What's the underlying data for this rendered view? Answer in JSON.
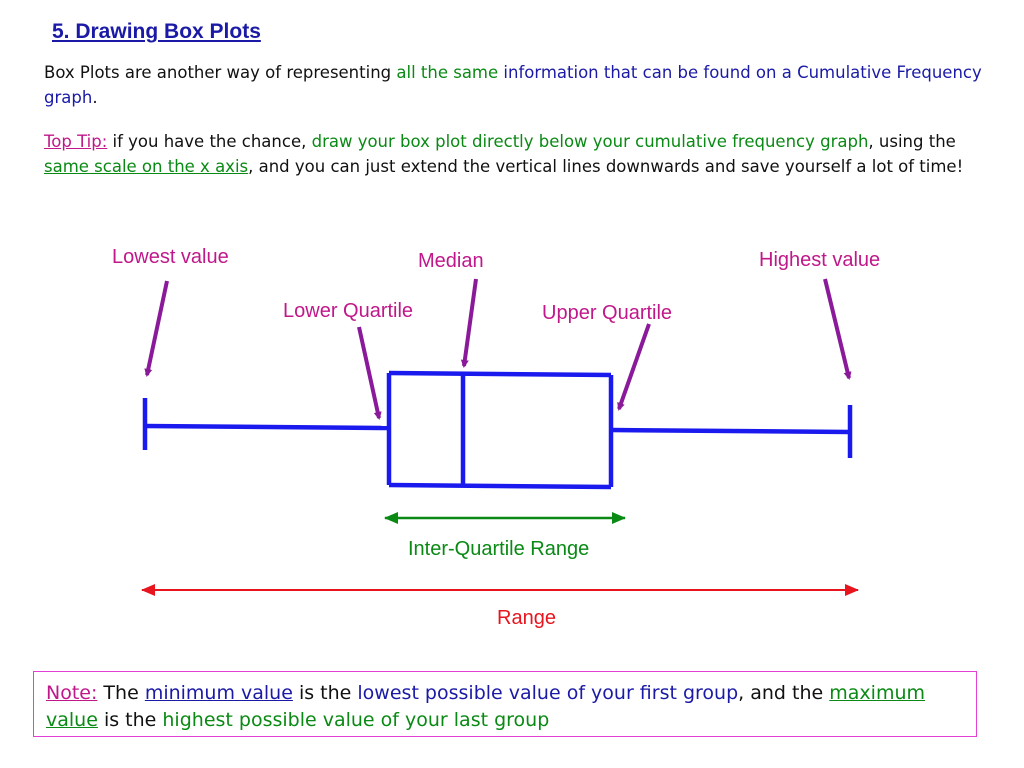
{
  "title": "5. Drawing Box Plots",
  "para1": {
    "a": "Box Plots are another way of representing ",
    "b": "all the same",
    "c": " ",
    "d": "information that can be found on a Cumulative Frequency graph",
    "e": "."
  },
  "para2": {
    "tip": "Top Tip:",
    "a": " if you have the chance, ",
    "b": "draw your box plot directly below your cumulative frequency graph",
    "c": ", using the ",
    "d": "same scale on the x axis",
    "e": ", and you can just extend the vertical lines downwards and save yourself a lot of time!"
  },
  "labels": {
    "lowest": "Lowest value",
    "median": "Median",
    "highest": "Highest value",
    "lower_quartile": "Lower Quartile",
    "upper_quartile": "Upper Quartile",
    "iqr": "Inter-Quartile Range",
    "range": "Range"
  },
  "note": {
    "label": "Note:",
    "a": " The ",
    "min": "minimum value",
    "b": " is the ",
    "lowest": "lowest possible value of your first group",
    "c": ", and the ",
    "max": "maximum value",
    "d": " is the ",
    "highest": "highest possible value of your last group"
  },
  "colors": {
    "plot": "#1a1aee",
    "pointer": "#8a1a9a",
    "label": "#c0188a",
    "iqr": "#0a8a14",
    "range": "#e8141e",
    "note_border": "#e040d8"
  }
}
